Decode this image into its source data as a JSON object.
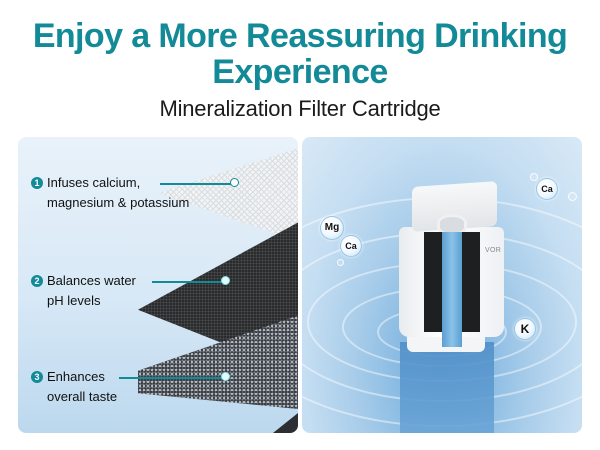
{
  "header": {
    "title": "Enjoy a More Reassuring Drinking Experience",
    "title_line1": "Enjoy a More Reassuring Drinking",
    "title_line2": "Experience",
    "subtitle": "Mineralization Filter Cartridge",
    "accent_color": "#138a97"
  },
  "features": [
    {
      "number": "1",
      "line1": "Infuses calcium,",
      "line2": "magnesium & potassium",
      "layer": "white mesh layer"
    },
    {
      "number": "2",
      "line1": "Balances water",
      "line2": "pH levels",
      "layer": "black carbon layer"
    },
    {
      "number": "3",
      "line1": "Enhances",
      "line2": "overall taste",
      "layer": "mineral granule layer"
    }
  ],
  "product": {
    "brand_label": "VOR",
    "minerals": [
      {
        "symbol": "Mg"
      },
      {
        "symbol": "Ca"
      },
      {
        "symbol": "Ca"
      },
      {
        "symbol": "K"
      }
    ]
  }
}
